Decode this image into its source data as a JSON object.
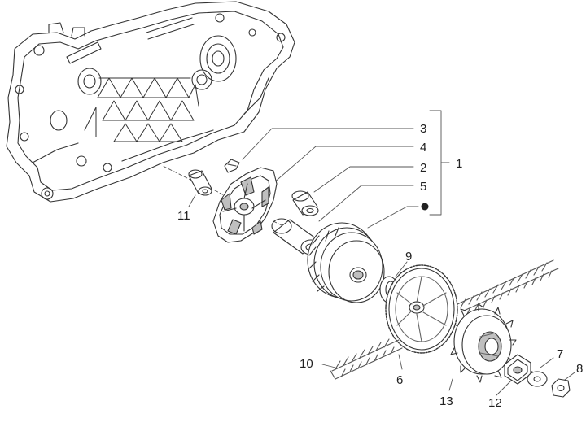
{
  "diagram": {
    "colors": {
      "line": "#333333",
      "light_line": "#666666",
      "hatch": "#555555",
      "shade": "#bfbfbf",
      "text": "#222222"
    },
    "labels": {
      "l1": "1",
      "l2": "2",
      "l3": "3",
      "l4": "4",
      "l5": "5",
      "l6": "6",
      "l7": "7",
      "l8": "8",
      "l9": "9",
      "l10": "10",
      "l11": "11",
      "l12": "12",
      "l13": "13"
    }
  }
}
